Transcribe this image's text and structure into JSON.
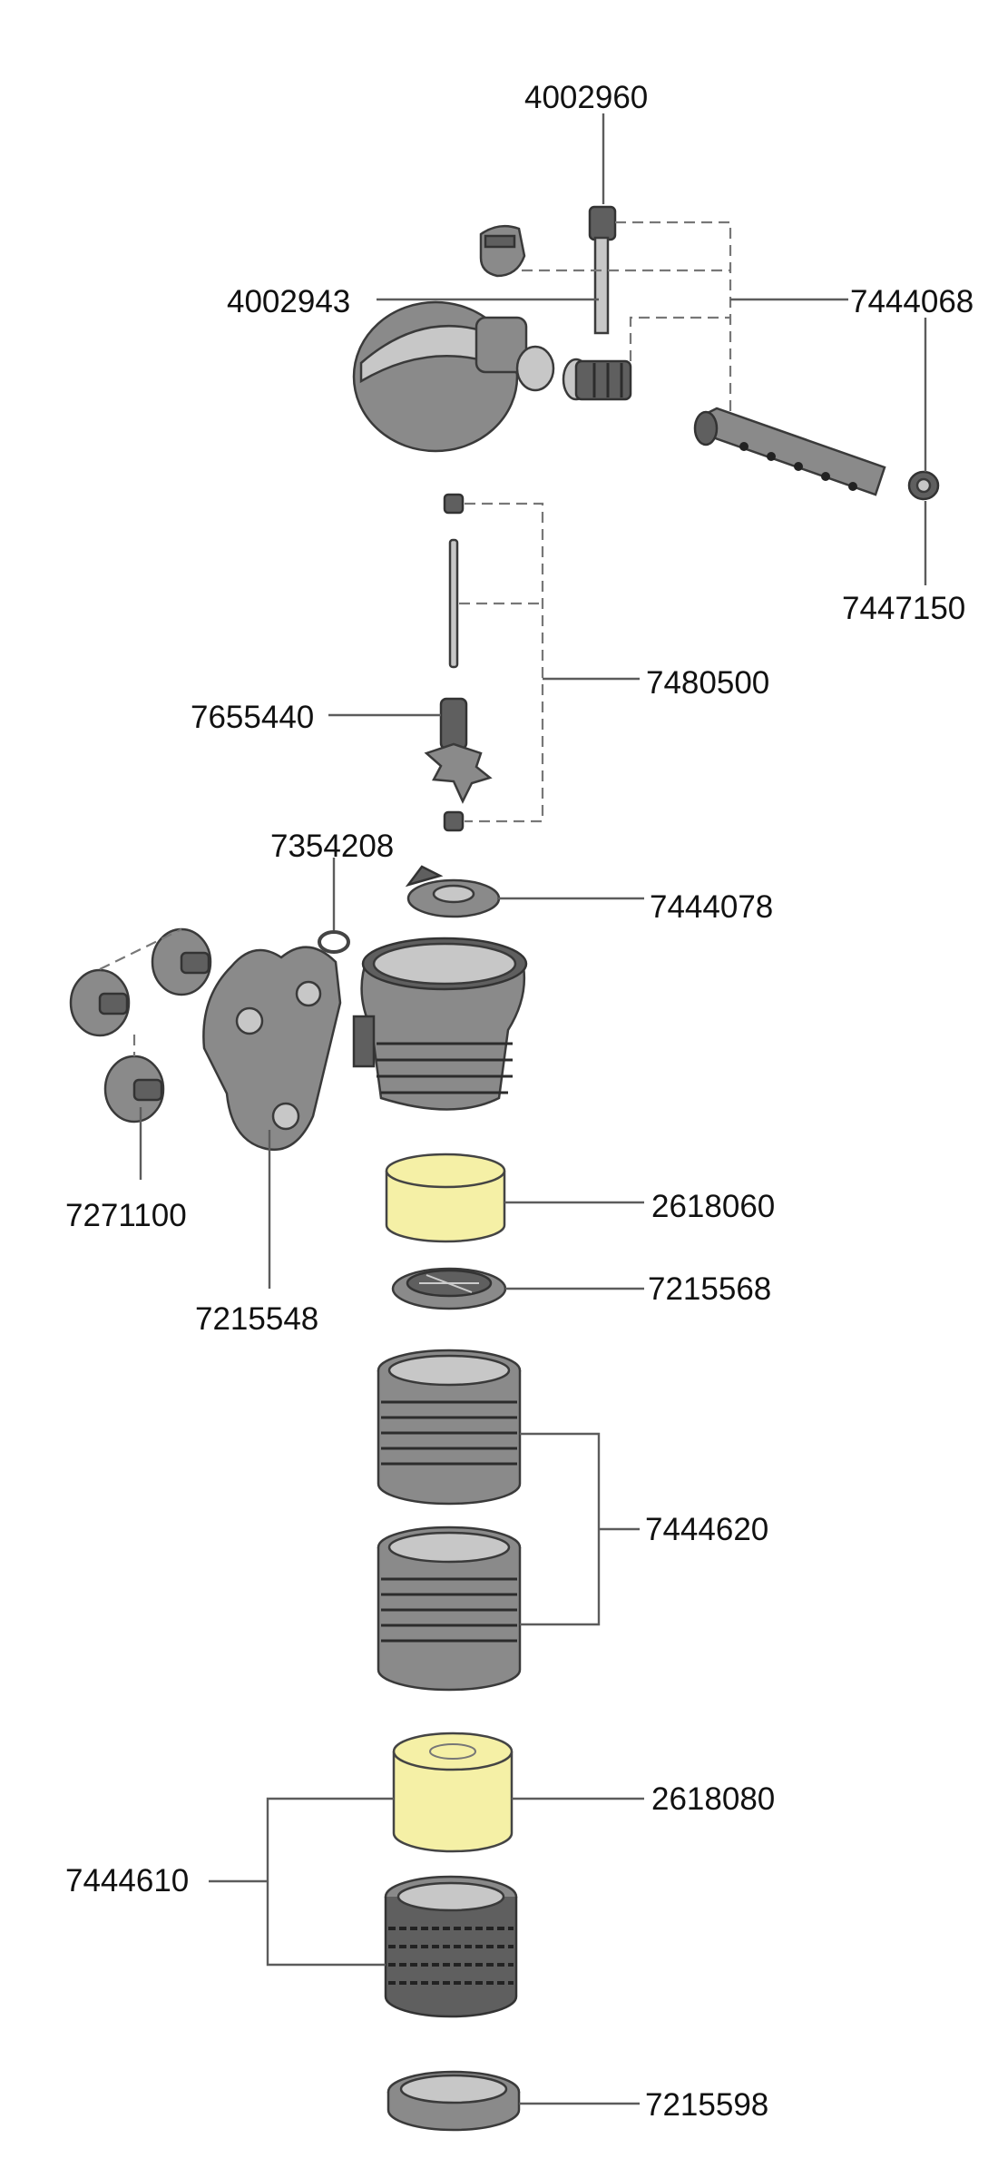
{
  "labels": {
    "p4002960": "4002960",
    "p4002943": "4002943",
    "p7444068": "7444068",
    "p7447150": "7447150",
    "p7480500": "7480500",
    "p7655440": "7655440",
    "p7354208": "7354208",
    "p7444078": "7444078",
    "p7271100": "7271100",
    "p7215548": "7215548",
    "p2618060": "2618060",
    "p7215568": "7215568",
    "p7444620": "7444620",
    "p2618080": "2618080",
    "p7444610": "7444610",
    "p7215598": "7215598"
  },
  "colors": {
    "part_grey": "#8a8a8a",
    "sponge_yellow": "#f5f0a6",
    "leader_line": "#5c5c5c"
  }
}
